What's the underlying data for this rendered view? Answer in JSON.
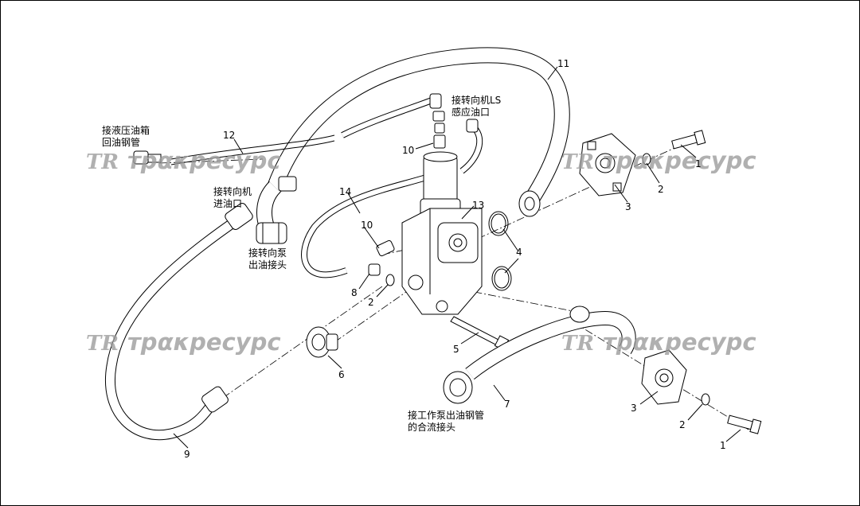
{
  "watermark": {
    "logo": "TR",
    "text": "трακресурс"
  },
  "part_numbers": [
    "1",
    "2",
    "3",
    "4",
    "5",
    "6",
    "7",
    "8",
    "9",
    "10",
    "11",
    "12",
    "13",
    "14"
  ],
  "callouts": {
    "p1a": "1",
    "p1b": "1",
    "p2a": "2",
    "p2b": "2",
    "p2c": "2",
    "p3a": "3",
    "p3b": "3",
    "p4": "4",
    "p5": "5",
    "p6": "6",
    "p7": "7",
    "p8": "8",
    "p9": "9",
    "p10a": "10",
    "p10b": "10",
    "p11": "11",
    "p12": "12",
    "p13": "13",
    "p14": "14"
  },
  "notes": {
    "tank_return_line1": "接液压油箱",
    "tank_return_line2": "回油钢管",
    "steering_inlet_line1": "接转向机",
    "steering_inlet_line2": "进油口",
    "steering_pump_line1": "接转向泵",
    "steering_pump_line2": "出油接头",
    "steering_ls_line1": "接转向机LS",
    "steering_ls_line2": "感应油口",
    "work_pump_line1": "接工作泵出油钢管",
    "work_pump_line2": "的合流接头"
  }
}
